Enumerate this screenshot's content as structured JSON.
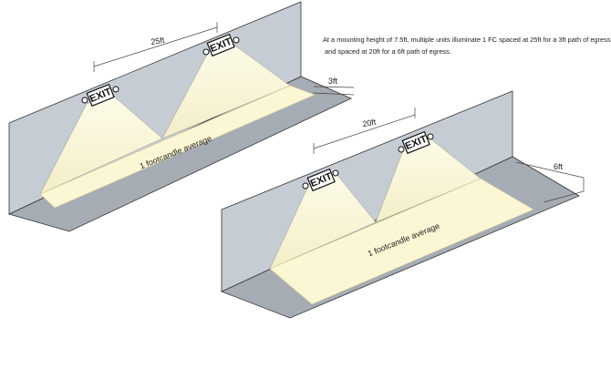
{
  "caption": {
    "line1": "At a mounting height of 7.5ft, multiple units illuminate 1 FC spaced at 25ft for a 3ft path of egress",
    "line2": "and spaced at 20ft for a 6ft path of egress."
  },
  "top_scene": {
    "spacing_label": "25ft",
    "width_label": "3ft",
    "path_label": "1 footcandle average",
    "sign_text": "EXIT"
  },
  "bottom_scene": {
    "spacing_label": "20ft",
    "width_label": "6ft",
    "path_label": "1 footcandle average",
    "sign_text": "EXIT"
  },
  "colors": {
    "wall": "#c6ccd3",
    "floor": "#a6acb4",
    "outline": "#333333",
    "light_cone": "#f7f3d2",
    "lit_path": "#fbf6d4",
    "exit_sign": "#ffffff"
  }
}
